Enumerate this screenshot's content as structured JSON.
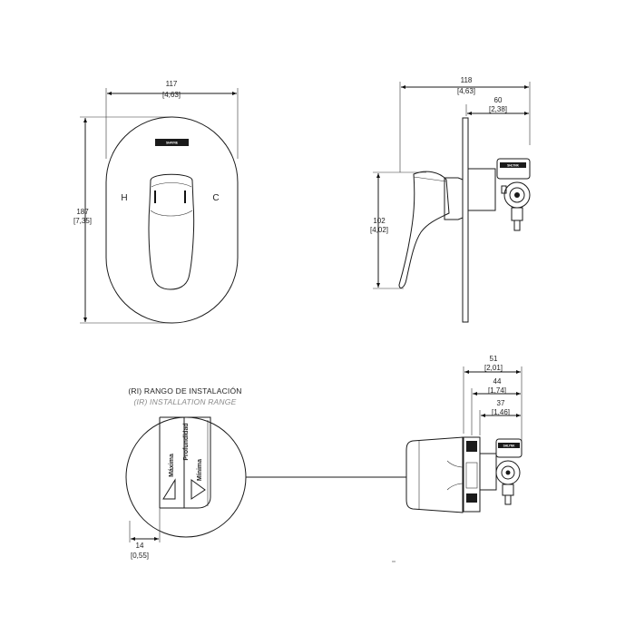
{
  "front_view": {
    "width_mm": "117",
    "width_in": "[4,63]",
    "height_mm": "187",
    "height_in": "[7,35]",
    "hot_label": "H",
    "cold_label": "C",
    "brand_plate": "SHAYNE"
  },
  "side_view": {
    "depth_mm": "118",
    "depth_in": "[4,63]",
    "body_mm": "60",
    "body_in": "[2,38]",
    "height_mm": "102",
    "height_in": "[4,02]",
    "brand_plate": "SHLYNK"
  },
  "install_detail": {
    "title": "(RI) RANGO DE INSTALACIÓN",
    "subtitle": "(IR) INSTALLATION RANGE",
    "max_label": "Máxima",
    "depth_label": "Profundidad",
    "min_label": "Mínima",
    "offset_mm": "14",
    "offset_in": "[0,55]"
  },
  "install_side": {
    "d1_mm": "51",
    "d1_in": "[2,01]",
    "d2_mm": "44",
    "d2_in": "[1,74]",
    "d3_mm": "37",
    "d3_in": "[1,46]",
    "brand_plate": "SHLYNK"
  }
}
